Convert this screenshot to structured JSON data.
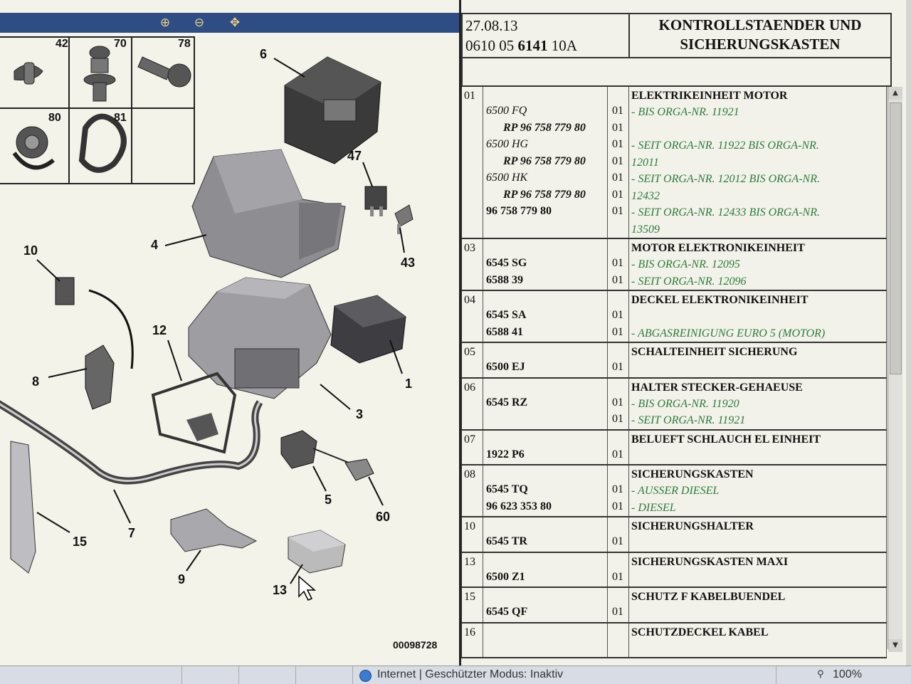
{
  "toolbar": {
    "zoom_in_icon": "magnifier-plus-icon",
    "zoom_out_icon": "magnifier-minus-icon",
    "pan_icon": "magnifier-move-icon",
    "glyph_zoom_in": "⊕",
    "glyph_zoom_out": "⊖",
    "glyph_pan": "✥"
  },
  "diagram": {
    "ref_numbers": [
      "42",
      "70",
      "78",
      "80",
      "81",
      "6",
      "47",
      "43",
      "4",
      "10",
      "12",
      "8",
      "1",
      "3",
      "15",
      "7",
      "5",
      "60",
      "9",
      "13"
    ],
    "diagram_number": "00098728"
  },
  "header": {
    "date": "27.08.13",
    "doc_prefix": "0610 05",
    "doc_main": "6141",
    "doc_suffix": "10A",
    "title_line1": "KONTROLLSTAENDER UND",
    "title_line2": "SICHERUNGSKASTEN"
  },
  "groups": [
    {
      "idx": "01",
      "title": "ELEKTRIKEINHEIT MOTOR",
      "rows": [
        {
          "part": "6500 FQ",
          "style": "ital",
          "qty": "01",
          "desc": "- BIS ORGA-NR. 11921"
        },
        {
          "part": "RP 96 758 779 80",
          "style": "indent",
          "qty": "01",
          "desc": ""
        },
        {
          "part": "6500 HG",
          "style": "ital",
          "qty": "01",
          "desc": "- SEIT ORGA-NR. 11922 BIS ORGA-NR."
        },
        {
          "part": "RP 96 758 779 80",
          "style": "indent",
          "qty": "01",
          "desc": "12011"
        },
        {
          "part": "6500 HK",
          "style": "ital",
          "qty": "01",
          "desc": "- SEIT ORGA-NR. 12012 BIS ORGA-NR."
        },
        {
          "part": "RP 96 758 779 80",
          "style": "indent",
          "qty": "01",
          "desc": "12432"
        },
        {
          "part": "96 758 779 80",
          "style": "bold",
          "qty": "01",
          "desc": "- SEIT ORGA-NR. 12433 BIS ORGA-NR."
        },
        {
          "part": "",
          "style": "",
          "qty": "",
          "desc": "13509"
        }
      ]
    },
    {
      "idx": "03",
      "title": "MOTOR ELEKTRONIKEINHEIT",
      "rows": [
        {
          "part": "6545 SG",
          "style": "bold",
          "qty": "01",
          "desc": "- BIS ORGA-NR. 12095"
        },
        {
          "part": "6588 39",
          "style": "bold",
          "qty": "01",
          "desc": "- SEIT ORGA-NR. 12096"
        }
      ]
    },
    {
      "idx": "04",
      "title": "DECKEL ELEKTRONIKEINHEIT",
      "rows": [
        {
          "part": "6545 SA",
          "style": "bold",
          "qty": "01",
          "desc": ""
        },
        {
          "part": "6588 41",
          "style": "bold",
          "qty": "01",
          "desc": "- ABGASREINIGUNG EURO 5 (MOTOR)"
        }
      ]
    },
    {
      "idx": "05",
      "title": "SCHALTEINHEIT SICHERUNG",
      "rows": [
        {
          "part": "6500 EJ",
          "style": "bold",
          "qty": "01",
          "desc": ""
        }
      ]
    },
    {
      "idx": "06",
      "title": "HALTER STECKER-GEHAEUSE",
      "rows": [
        {
          "part": "6545 RZ",
          "style": "bold",
          "qty": "01",
          "desc": "- BIS ORGA-NR. 11920"
        },
        {
          "part": "",
          "style": "",
          "qty": "01",
          "desc": "- SEIT ORGA-NR. 11921"
        }
      ]
    },
    {
      "idx": "07",
      "title": "BELUEFT SCHLAUCH EL EINHEIT",
      "rows": [
        {
          "part": "1922 P6",
          "style": "bold",
          "qty": "01",
          "desc": ""
        }
      ]
    },
    {
      "idx": "08",
      "title": "SICHERUNGSKASTEN",
      "rows": [
        {
          "part": "6545 TQ",
          "style": "bold",
          "qty": "01",
          "desc": "- AUSSER DIESEL"
        },
        {
          "part": "96 623 353 80",
          "style": "bold",
          "qty": "01",
          "desc": "- DIESEL"
        }
      ]
    },
    {
      "idx": "10",
      "title": "SICHERUNGSHALTER",
      "rows": [
        {
          "part": "6545 TR",
          "style": "bold",
          "qty": "01",
          "desc": ""
        }
      ]
    },
    {
      "idx": "13",
      "title": "SICHERUNGSKASTEN MAXI",
      "rows": [
        {
          "part": "6500 Z1",
          "style": "bold",
          "qty": "01",
          "desc": ""
        }
      ]
    },
    {
      "idx": "15",
      "title": "SCHUTZ F KABELBUENDEL",
      "rows": [
        {
          "part": "6545 QF",
          "style": "bold",
          "qty": "01",
          "desc": ""
        }
      ]
    },
    {
      "idx": "16",
      "title": "SCHUTZDECKEL KABEL",
      "rows": [
        {
          "part": "",
          "style": "",
          "qty": "",
          "desc": ""
        }
      ]
    }
  ],
  "status_bar": {
    "text": "Internet | Geschützter Modus: Inaktiv",
    "zoom": "100%"
  },
  "colors": {
    "toolbar_bg": "#2d4d84",
    "condition_text": "#2c7a38",
    "page_bg": "#f2f2ea"
  }
}
